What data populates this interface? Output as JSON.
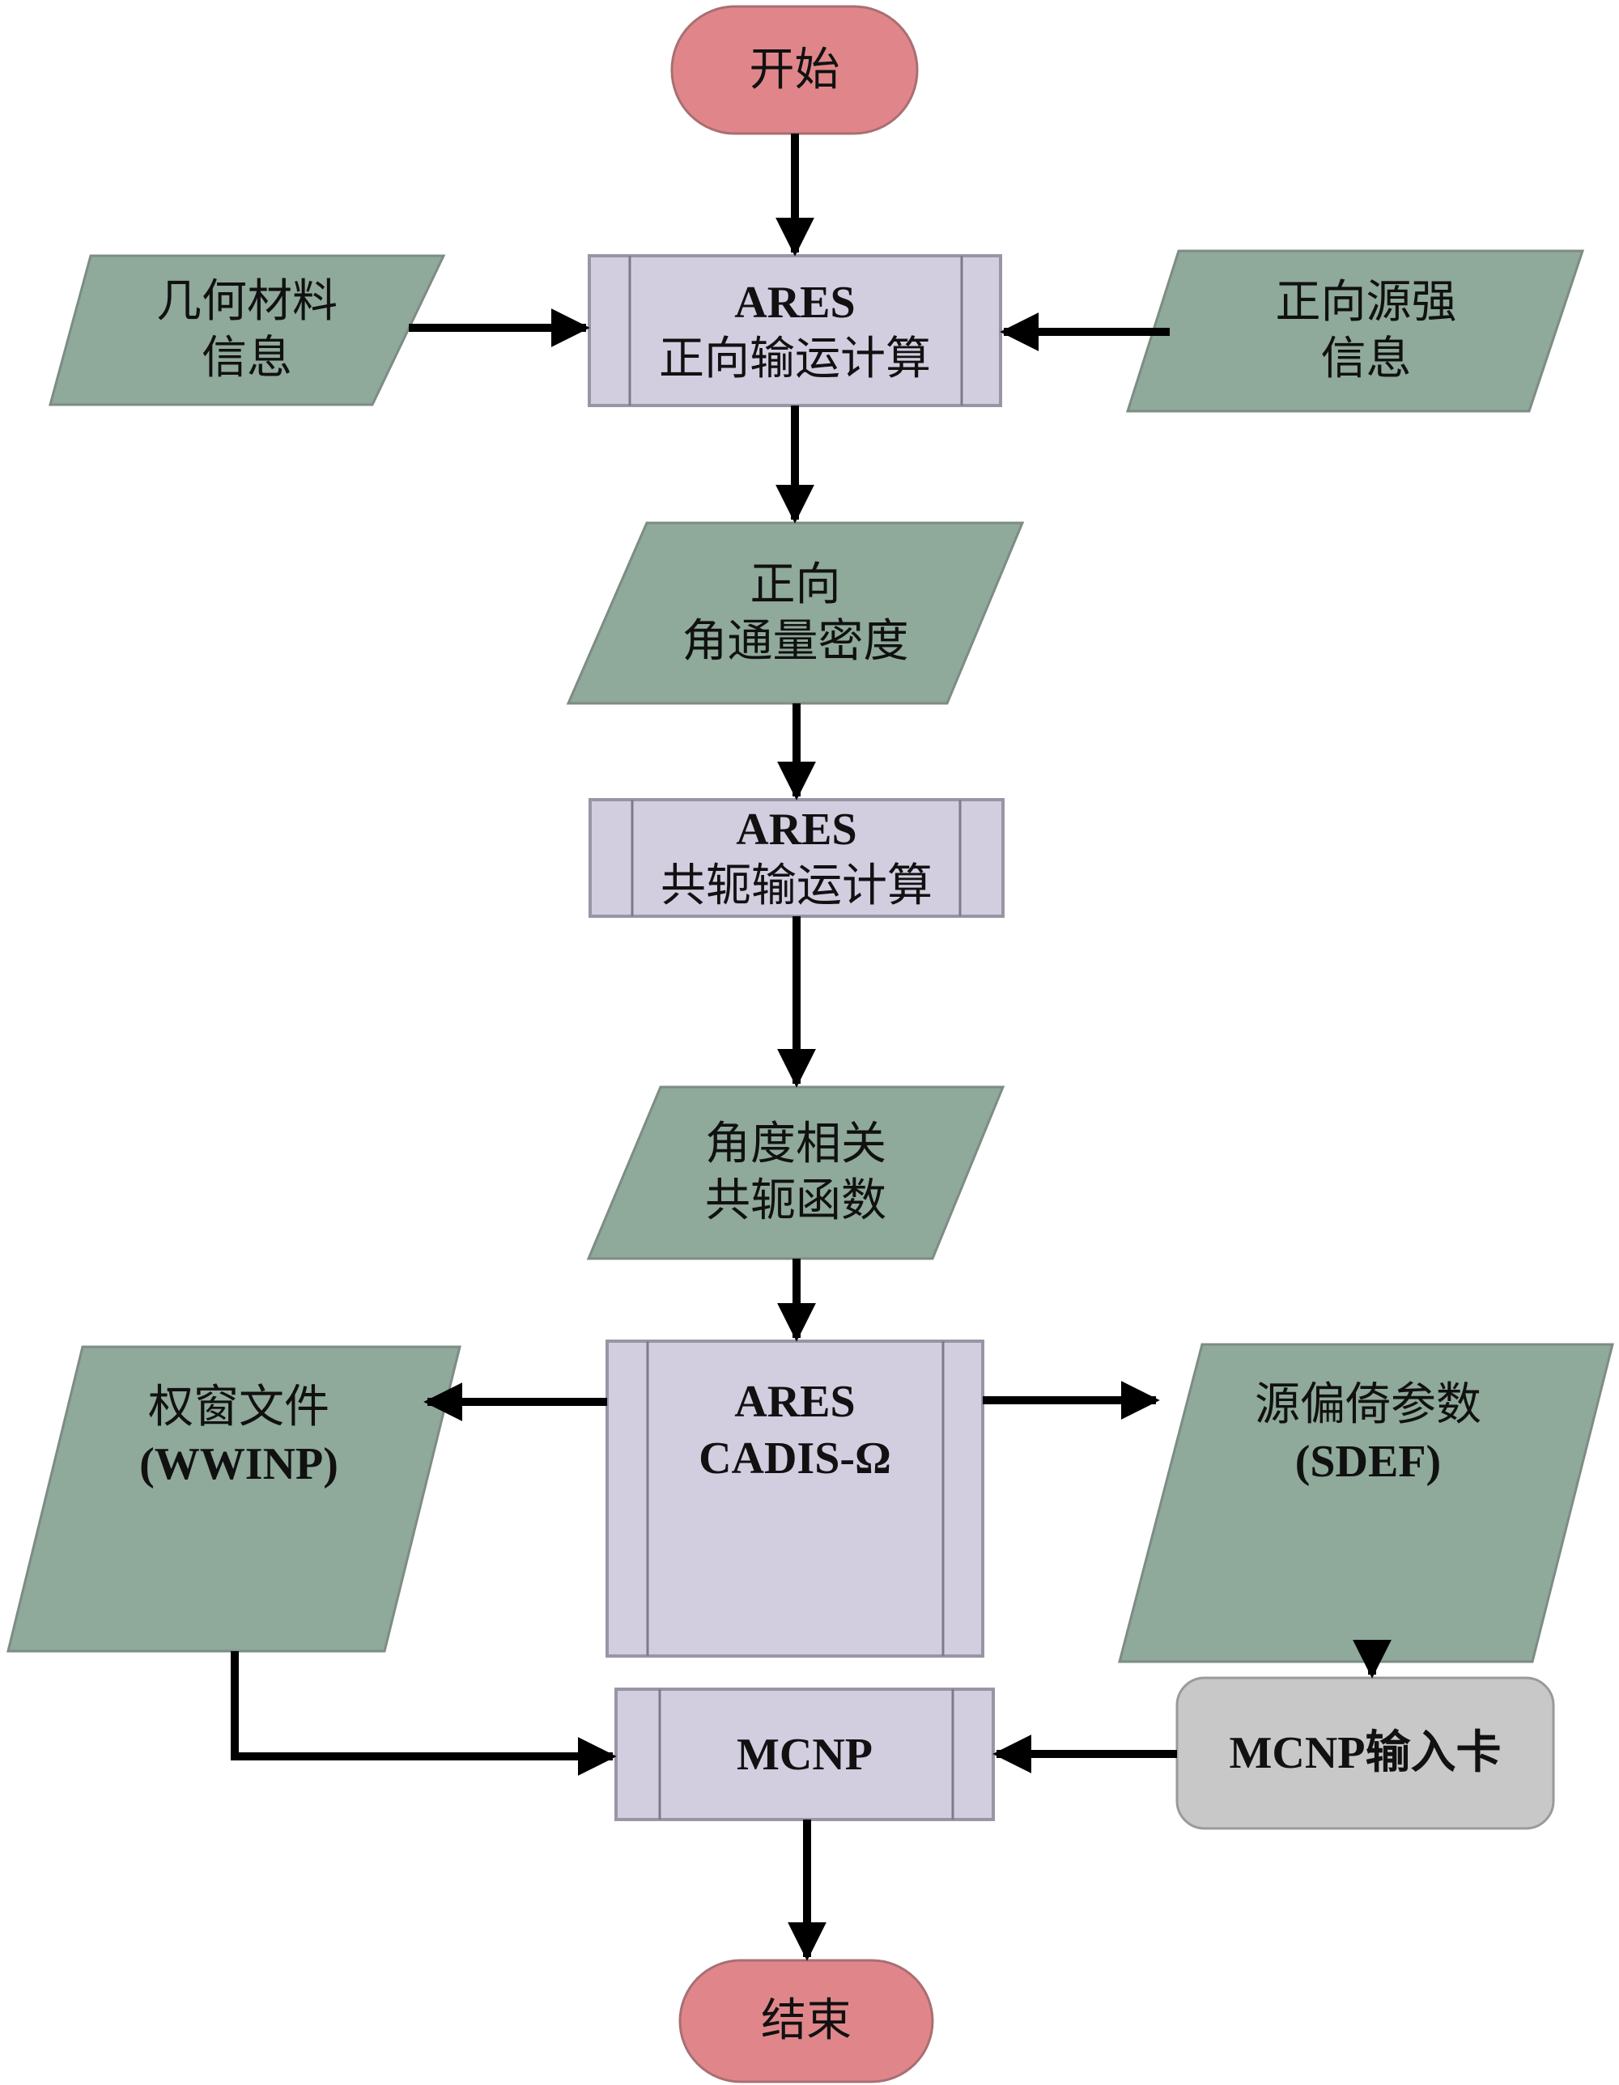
{
  "diagram": {
    "type": "flowchart",
    "colors": {
      "terminal": "#e0868a",
      "io": "#8fa99a",
      "process": "#d3cde0",
      "card": "#c8c8c8",
      "arrow": "#000000"
    },
    "nodes": {
      "start": {
        "label": "开始"
      },
      "geom": {
        "line1": "几何材料",
        "line2": "信息"
      },
      "fwd_source": {
        "line1": "正向源强",
        "line2": "信息"
      },
      "ares_fwd": {
        "line1": "ARES",
        "line2": "正向输运计算"
      },
      "fwd_flux": {
        "line1": "正向",
        "line2": "角通量密度"
      },
      "ares_adj": {
        "line1": "ARES",
        "line2": "共轭输运计算"
      },
      "adj_func": {
        "line1": "角度相关",
        "line2": "共轭函数"
      },
      "ares_cadis": {
        "line1": "ARES",
        "line2": "CADIS-Ω"
      },
      "wwinp": {
        "line1": "权窗文件",
        "line2": "(WWINP)"
      },
      "sdef": {
        "line1": "源偏倚参数",
        "line2": "(SDEF)"
      },
      "mcnp": {
        "label": "MCNP"
      },
      "mcnp_card": {
        "label": "MCNP输入卡"
      },
      "end": {
        "label": "结束"
      }
    },
    "edges": [
      {
        "from": "start",
        "to": "ares_fwd"
      },
      {
        "from": "geom",
        "to": "ares_fwd"
      },
      {
        "from": "fwd_source",
        "to": "ares_fwd"
      },
      {
        "from": "ares_fwd",
        "to": "fwd_flux"
      },
      {
        "from": "fwd_flux",
        "to": "ares_adj"
      },
      {
        "from": "ares_adj",
        "to": "adj_func"
      },
      {
        "from": "adj_func",
        "to": "ares_cadis"
      },
      {
        "from": "ares_cadis",
        "to": "wwinp"
      },
      {
        "from": "ares_cadis",
        "to": "sdef"
      },
      {
        "from": "wwinp",
        "to": "mcnp"
      },
      {
        "from": "sdef",
        "to": "mcnp_card"
      },
      {
        "from": "mcnp_card",
        "to": "mcnp"
      },
      {
        "from": "mcnp",
        "to": "end"
      }
    ]
  }
}
